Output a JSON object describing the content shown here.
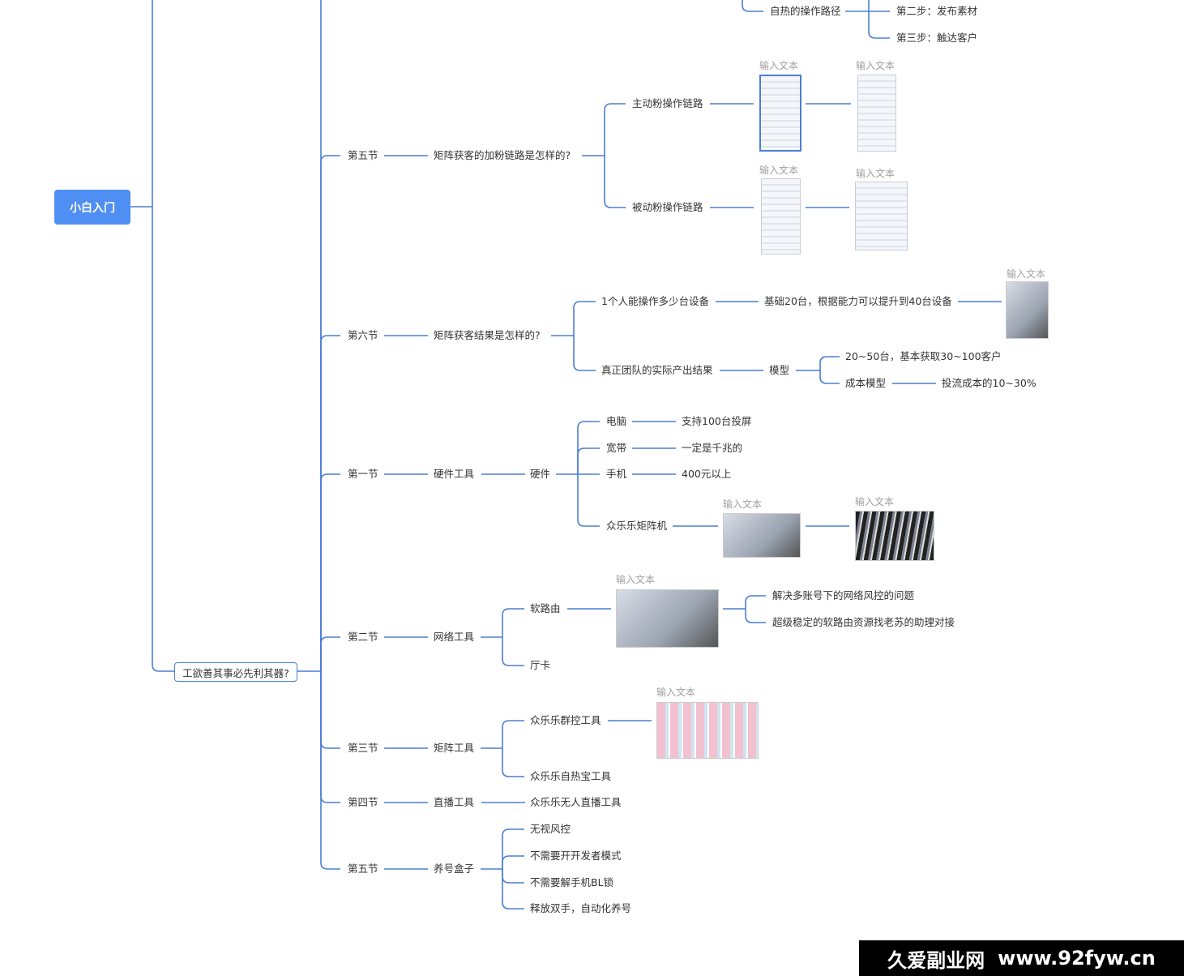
{
  "root": "小白入门",
  "branch2": "工欲善其事必先利其器?",
  "placeholder": "输入文本",
  "top": {
    "zire": "自热的操作路径",
    "step2": "第二步：发布素材",
    "step3": "第三步：触达客户"
  },
  "sec5": {
    "label": "第五节",
    "q": "矩阵获客的加粉链路是怎样的?",
    "active": "主动粉操作链路",
    "passive": "被动粉操作链路"
  },
  "sec6": {
    "label": "第六节",
    "q": "矩阵获客结果是怎样的?",
    "devices_q": "1个人能操作多少台设备",
    "devices_a": "基础20台，根据能力可以提升到40台设备",
    "team": "真正团队的实际产出结果",
    "model": "模型",
    "model_a": "20~50台，基本获取30~100客户",
    "cost_model": "成本模型",
    "cost_a": "投流成本的10~30%"
  },
  "tools": {
    "s1": "第一节",
    "hw_tools": "硬件工具",
    "hw": "硬件",
    "pc": "电脑",
    "pc_a": "支持100台投屏",
    "bb": "宽带",
    "bb_a": "一定是千兆的",
    "phone": "手机",
    "phone_a": "400元以上",
    "matrix_machine": "众乐乐矩阵机",
    "s2": "第二节",
    "net_tools": "网络工具",
    "router": "软路由",
    "router_a1": "解决多账号下的网络风控的问题",
    "router_a2": "超级稳定的软路由资源找老苏的助理对接",
    "card": "厅卡",
    "s3": "第三节",
    "matrix_tools": "矩阵工具",
    "group_ctrl": "众乐乐群控工具",
    "self_heat": "众乐乐自热宝工具",
    "s4": "第四节",
    "live_tools": "直播工具",
    "live": "众乐乐无人直播工具",
    "s5": "第五节",
    "box": "养号盒子",
    "b1": "无视风控",
    "b2": "不需要开开发者模式",
    "b3": "不需要解手机BL锁",
    "b4": "释放双手，自动化养号"
  },
  "watermark": {
    "name": "久爱副业网",
    "url": "www.92fyw.cn"
  },
  "colors": {
    "line": "#4a7fd4",
    "root": "#4f8ef3"
  }
}
